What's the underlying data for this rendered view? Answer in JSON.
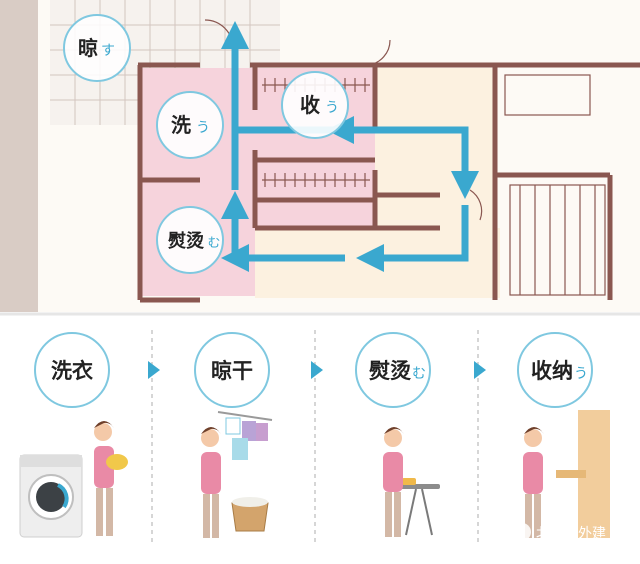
{
  "plan_labels": {
    "drying": {
      "text": "晾",
      "kana": "す"
    },
    "washing": {
      "text": "洗",
      "kana": "う"
    },
    "storing": {
      "text": "收",
      "kana": "う"
    },
    "ironing": {
      "text": "熨烫",
      "kana": "む"
    }
  },
  "steps": [
    {
      "label": "洗衣",
      "kana": ""
    },
    {
      "label": "晾干",
      "kana": ""
    },
    {
      "label": "熨烫",
      "kana": "む"
    },
    {
      "label": "收纳",
      "kana": "う"
    }
  ],
  "watermark": "北京中外建",
  "colors": {
    "accent": "#3aa8cf",
    "wall": "#8a5750",
    "pink": "#f6d3dc",
    "cream": "#fcf1e0",
    "figure_top": "#e98aa6"
  }
}
